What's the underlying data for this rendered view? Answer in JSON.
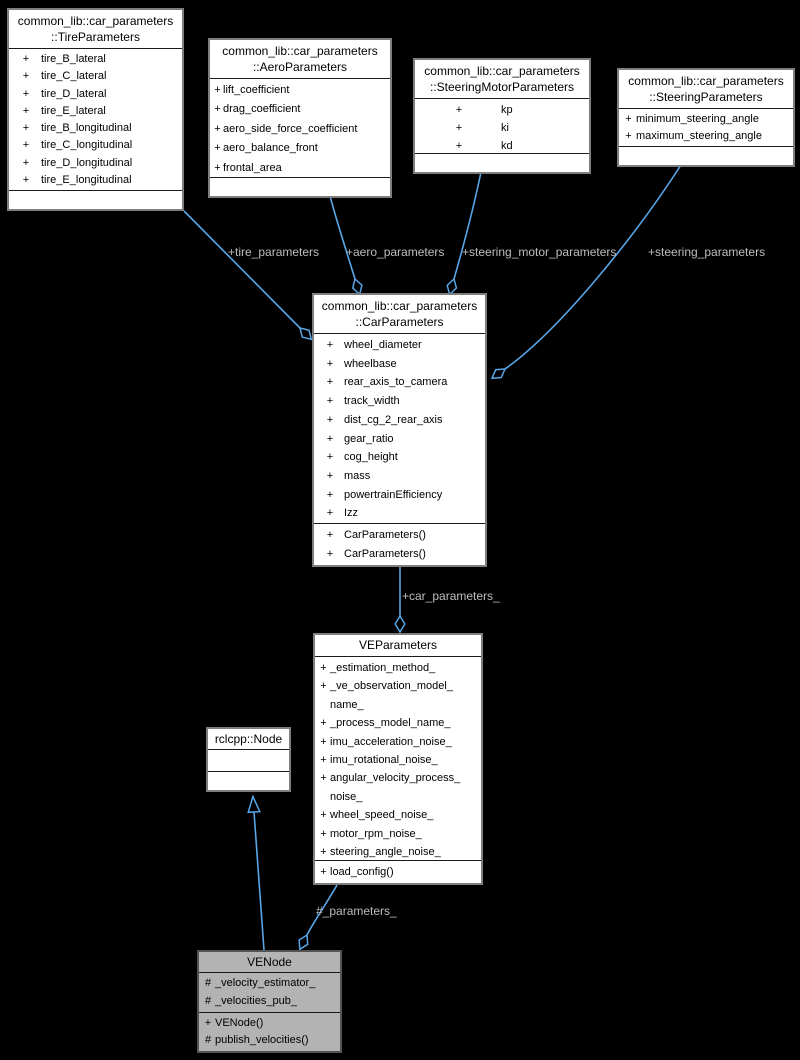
{
  "colors": {
    "background": "#000000",
    "edge_blue": "#58a6e8",
    "edge_label_gray": "#bdbdbd",
    "class_fill": "#ffffff",
    "class_border": "#7e7e7e",
    "current_class_fill": "#b3b3b3",
    "text": "#000000"
  },
  "classes": [
    {
      "name": "TireParameters",
      "title": "common_lib::car_parameters\n::TireParameters",
      "attributes": [
        {
          "sign": "+",
          "name": "tire_B_lateral"
        },
        {
          "sign": "+",
          "name": "tire_C_lateral"
        },
        {
          "sign": "+",
          "name": "tire_D_lateral"
        },
        {
          "sign": "+",
          "name": "tire_E_lateral"
        },
        {
          "sign": "+",
          "name": "tire_B_longitudinal"
        },
        {
          "sign": "+",
          "name": "tire_C_longitudinal"
        },
        {
          "sign": "+",
          "name": "tire_D_longitudinal"
        },
        {
          "sign": "+",
          "name": "tire_E_longitudinal"
        }
      ],
      "methods": []
    },
    {
      "name": "AeroParameters",
      "title": "common_lib::car_parameters\n::AeroParameters",
      "attributes": [
        {
          "sign": "+",
          "name": "lift_coefficient"
        },
        {
          "sign": "+",
          "name": "drag_coefficient"
        },
        {
          "sign": "+",
          "name": "aero_side_force_coefficient"
        },
        {
          "sign": "+",
          "name": "aero_balance_front"
        },
        {
          "sign": "+",
          "name": "frontal_area"
        }
      ],
      "methods": []
    },
    {
      "name": "SteeringMotorParameters",
      "title": "common_lib::car_parameters\n::SteeringMotorParameters",
      "attributes": [
        {
          "sign": "+",
          "name": "kp"
        },
        {
          "sign": "+",
          "name": "ki"
        },
        {
          "sign": "+",
          "name": "kd"
        }
      ],
      "methods": []
    },
    {
      "name": "SteeringParameters",
      "title": "common_lib::car_parameters\n::SteeringParameters",
      "attributes": [
        {
          "sign": "+",
          "name": "minimum_steering_angle"
        },
        {
          "sign": "+",
          "name": "maximum_steering_angle"
        }
      ],
      "methods": []
    },
    {
      "name": "CarParameters",
      "title": "common_lib::car_parameters\n::CarParameters",
      "attributes": [
        {
          "sign": "+",
          "name": "wheel_diameter"
        },
        {
          "sign": "+",
          "name": "wheelbase"
        },
        {
          "sign": "+",
          "name": "rear_axis_to_camera"
        },
        {
          "sign": "+",
          "name": "track_width"
        },
        {
          "sign": "+",
          "name": "dist_cg_2_rear_axis"
        },
        {
          "sign": "+",
          "name": "gear_ratio"
        },
        {
          "sign": "+",
          "name": "cog_height"
        },
        {
          "sign": "+",
          "name": "mass"
        },
        {
          "sign": "+",
          "name": "powertrainEfficiency"
        },
        {
          "sign": "+",
          "name": "Izz"
        }
      ],
      "methods": [
        {
          "sign": "+",
          "name": "CarParameters()"
        },
        {
          "sign": "+",
          "name": "CarParameters()"
        }
      ]
    },
    {
      "name": "VEParameters",
      "title": "VEParameters",
      "attributes": [
        {
          "sign": "+",
          "name": "_estimation_method_"
        },
        {
          "sign": "+",
          "name": "_ve_observation_model_name_"
        },
        {
          "sign": "+",
          "name": "_process_model_name_"
        },
        {
          "sign": "+",
          "name": "imu_acceleration_noise_"
        },
        {
          "sign": "+",
          "name": "imu_rotational_noise_"
        },
        {
          "sign": "+",
          "name": "angular_velocity_process_noise_"
        },
        {
          "sign": "+",
          "name": "wheel_speed_noise_"
        },
        {
          "sign": "+",
          "name": "motor_rpm_noise_"
        },
        {
          "sign": "+",
          "name": "steering_angle_noise_"
        }
      ],
      "methods": [
        {
          "sign": "+",
          "name": "load_config()"
        }
      ]
    },
    {
      "name": "Node",
      "title": "rclcpp::Node",
      "attributes": [],
      "methods": []
    },
    {
      "name": "VENode",
      "title": "VENode",
      "attributes": [
        {
          "sign": "#",
          "name": "_velocity_estimator_"
        },
        {
          "sign": "#",
          "name": "_velocities_pub_"
        }
      ],
      "methods": [
        {
          "sign": "+",
          "name": "VENode()"
        },
        {
          "sign": "#",
          "name": "publish_velocities()"
        }
      ]
    }
  ],
  "edges": [
    {
      "label": "+tire_parameters",
      "type": "aggregation",
      "from": "TireParameters",
      "to": "CarParameters"
    },
    {
      "label": "+aero_parameters",
      "type": "aggregation",
      "from": "AeroParameters",
      "to": "CarParameters"
    },
    {
      "label": "+steering_motor_parameters",
      "type": "aggregation",
      "from": "SteeringMotorParameters",
      "to": "CarParameters"
    },
    {
      "label": "+steering_parameters",
      "type": "aggregation",
      "from": "SteeringParameters",
      "to": "CarParameters"
    },
    {
      "label": "+car_parameters_",
      "type": "aggregation",
      "from": "CarParameters",
      "to": "VEParameters"
    },
    {
      "label": "#_parameters_",
      "type": "aggregation",
      "from": "VEParameters",
      "to": "VENode"
    },
    {
      "label": "",
      "type": "inheritance",
      "from": "VENode",
      "to": "Node"
    }
  ]
}
